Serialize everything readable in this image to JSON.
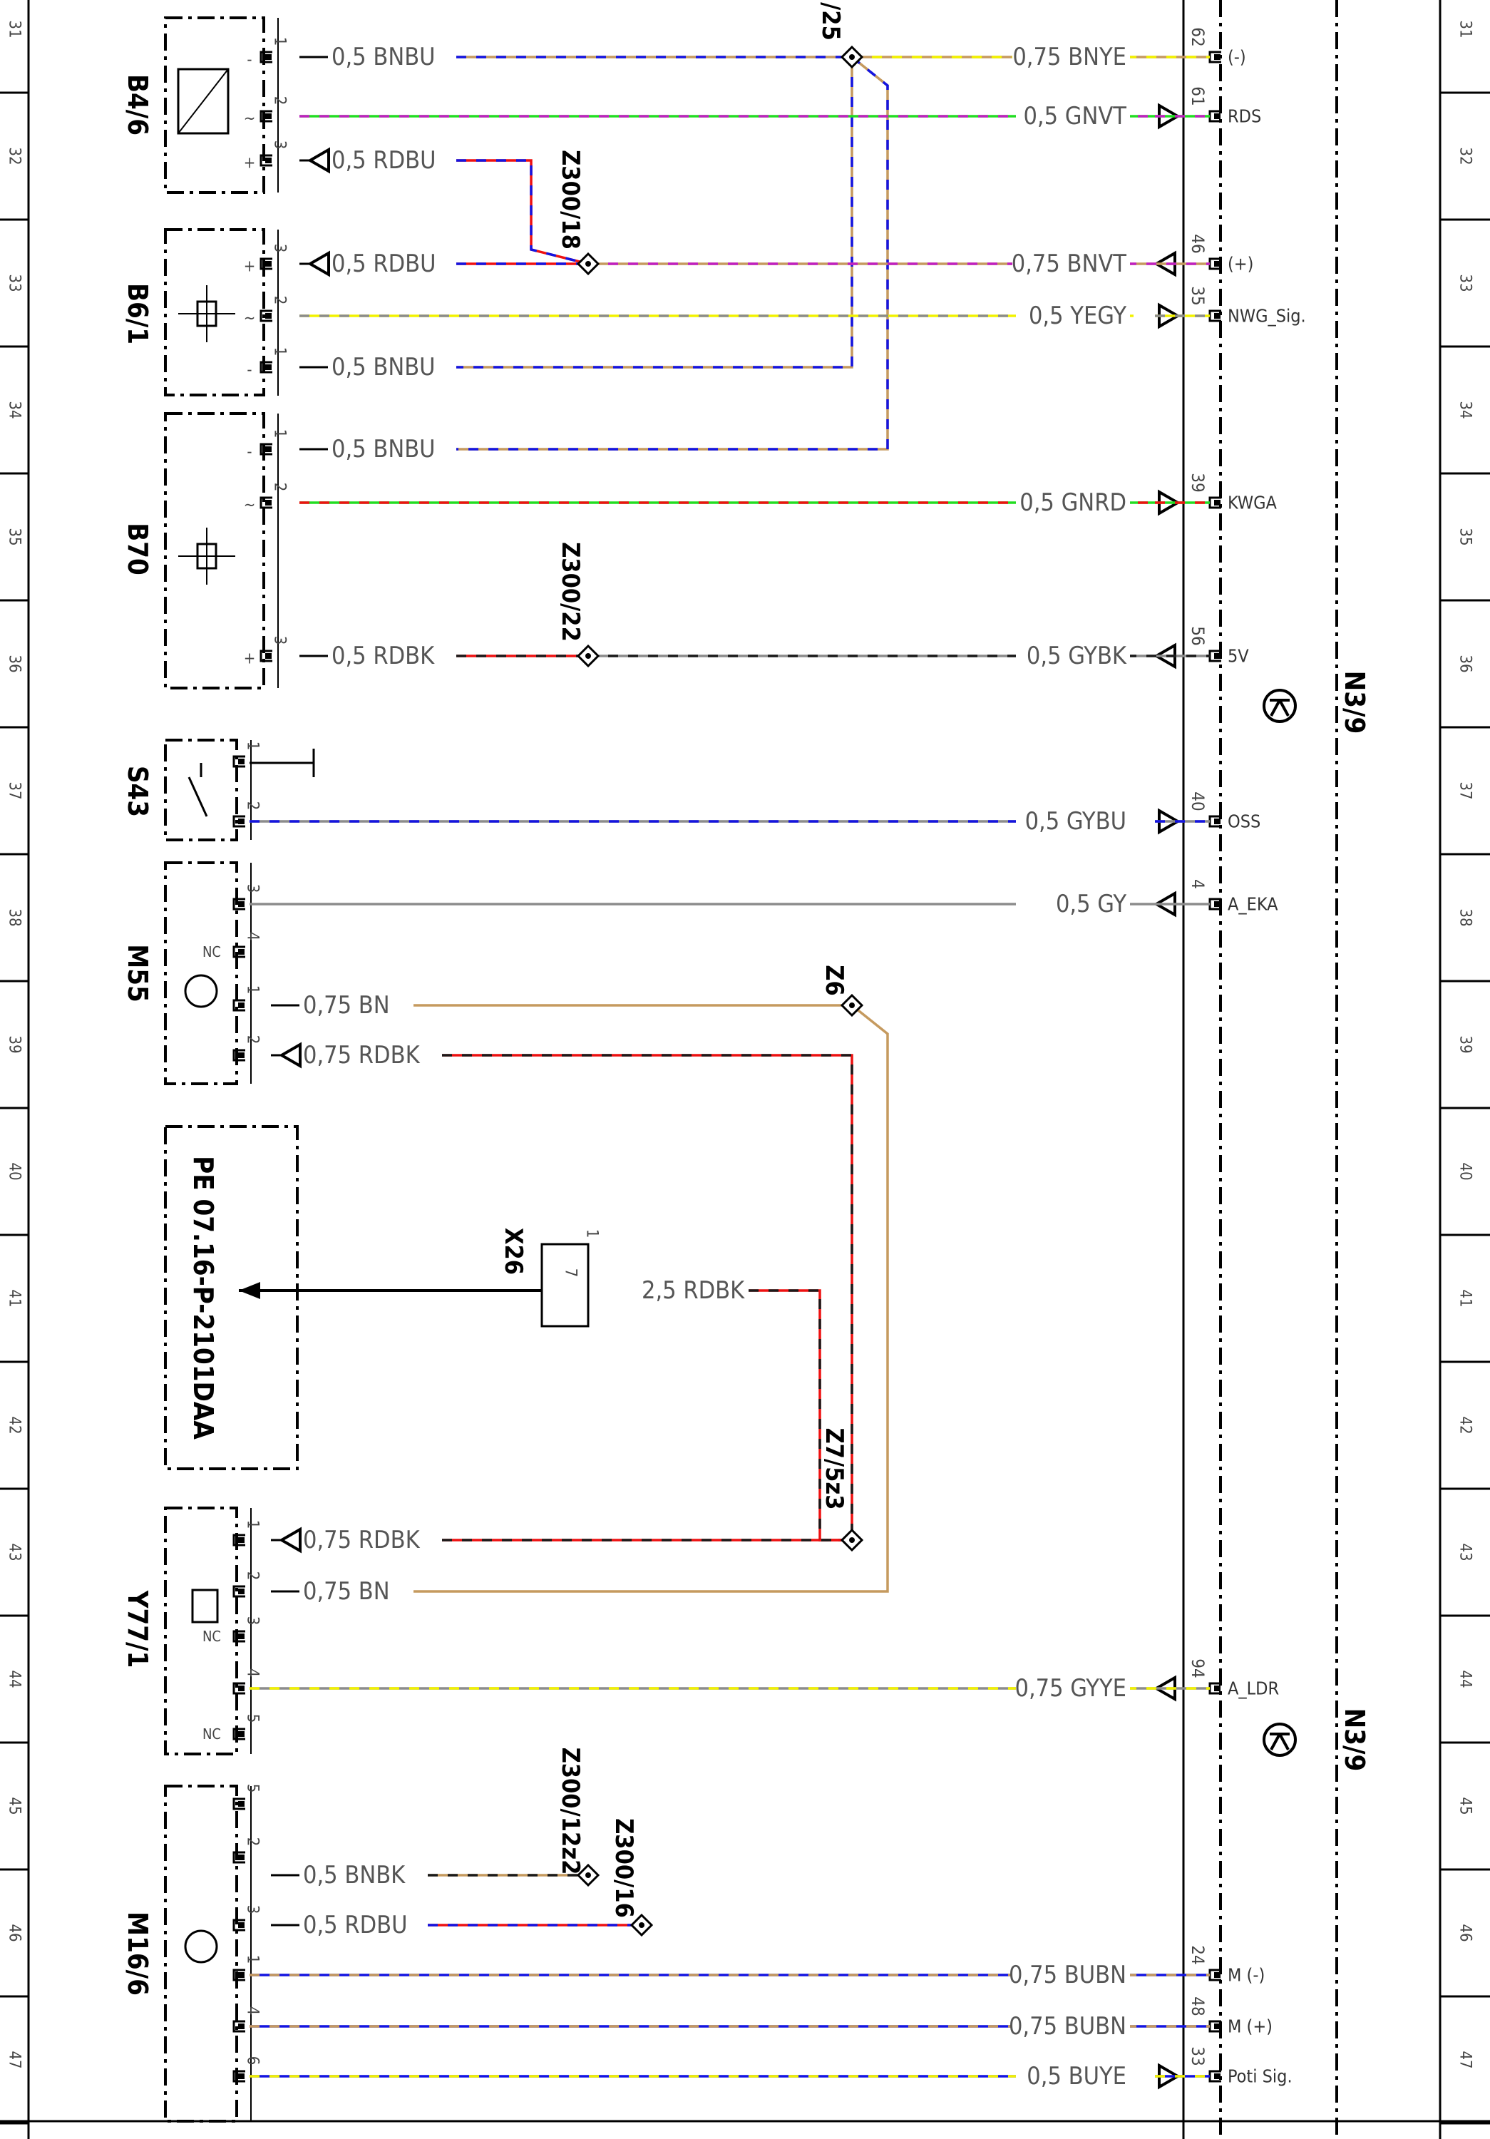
{
  "ruler": {
    "rows": [
      "31",
      "32",
      "33",
      "34",
      "35",
      "36",
      "37",
      "38",
      "39",
      "40",
      "41",
      "42",
      "43",
      "44",
      "45",
      "46",
      "47"
    ]
  },
  "colors": {
    "BN": "#c59a5f",
    "BU": "#1414e0",
    "YE": "#f2f200",
    "GN": "#22dd22",
    "VT": "#c020c0",
    "RD": "#ee1111",
    "GY": "#8c8c8c",
    "BK": "#1a1a1a",
    "frame": "#000000"
  },
  "components": {
    "b4_6": "B4/6",
    "b6_1": "B6/1",
    "b70": "B70",
    "s43": "S43",
    "m55": "M55",
    "y77_1": "Y77/1",
    "m16_6": "M16/6",
    "x26": "X26",
    "n3_9_a": "N3/9",
    "n3_9_b": "N3/9",
    "pe_ref": "PE 07.16-P-2101DAA"
  },
  "pins": {
    "b4_6": [
      "1",
      "2",
      "3"
    ],
    "b6_1": [
      "3",
      "2",
      "1"
    ],
    "b70": [
      "1",
      "2",
      "3"
    ],
    "s43": [
      "1",
      "2"
    ],
    "m55": [
      "3",
      "4",
      "1",
      "2"
    ],
    "y77_1": [
      "1",
      "2",
      "3",
      "4",
      "5"
    ],
    "m16_6": [
      "5",
      "2",
      "3",
      "1",
      "4",
      "6"
    ],
    "x26": [
      "1",
      "7"
    ]
  },
  "polarity": {
    "b4_6": [
      "-",
      "~",
      "+"
    ],
    "b6_1": [
      "+",
      "~",
      "-"
    ],
    "b70": [
      "-",
      "~",
      "+"
    ],
    "nc": "NC"
  },
  "wires": {
    "w1": "0,5 BNBU",
    "w2": "0,5 RDBU",
    "w3": "0,5 RDBU",
    "w4": "0,5 BNBU",
    "w5": "0,5 BNBU",
    "w6": "0,5 RDBK",
    "w7": "0,75 BN",
    "w8": "0,75 RDBK",
    "w9": "2,5 RDBK",
    "w10": "0,75 RDBK",
    "w11": "0,75 BN",
    "w12": "0,5 BNBK",
    "w13": "0,5 RDBU",
    "r1": "0,75 BNYE",
    "r2": "0,5 GNVT",
    "r3": "0,75 BNVT",
    "r4": "0,5 YEGY",
    "r5": "0,5 GNRD",
    "r6": "0,5 GYBK",
    "r7": "0,5 GYBU",
    "r8": "0,5 GY",
    "r9": "0,75 GYYE",
    "r10": "0,75 BUBN",
    "r11": "0,75 BUBN",
    "r12": "0,5 BUYE"
  },
  "splices": {
    "z25": "/25",
    "z300_18": "Z300/18",
    "z300_22": "Z300/22",
    "z6": "Z6",
    "z7_5z3": "Z7/5z3",
    "z300_12z2": "Z300/12z2",
    "z300_16": "Z300/16"
  },
  "ecu_pins": {
    "p62": {
      "num": "62",
      "sig": "(-)"
    },
    "p61": {
      "num": "61",
      "sig": "RDS"
    },
    "p46": {
      "num": "46",
      "sig": "(+)"
    },
    "p35": {
      "num": "35",
      "sig": "NWG_Sig."
    },
    "p39": {
      "num": "39",
      "sig": "KWGA"
    },
    "p56": {
      "num": "56",
      "sig": "5V"
    },
    "p40": {
      "num": "40",
      "sig": "OSS"
    },
    "p4": {
      "num": "4",
      "sig": "A_EKA"
    },
    "p94": {
      "num": "94",
      "sig": "A_LDR"
    },
    "p24": {
      "num": "24",
      "sig": "M (-)"
    },
    "p48": {
      "num": "48",
      "sig": "M (+)"
    },
    "p33": {
      "num": "33",
      "sig": "Poti Sig."
    }
  }
}
